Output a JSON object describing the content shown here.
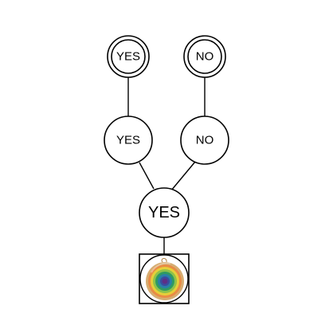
{
  "diagram": {
    "top_left": {
      "label": "YES",
      "terminal": true
    },
    "top_right": {
      "label": "NO",
      "terminal": true
    },
    "mid_left": {
      "label": "YES"
    },
    "mid_right": {
      "label": "NO"
    },
    "root": {
      "label": "YES"
    },
    "image_node": {
      "icon": "rainbow-ring-toy-icon"
    }
  },
  "colors": {
    "stroke": "#000000",
    "background": "#ffffff"
  }
}
